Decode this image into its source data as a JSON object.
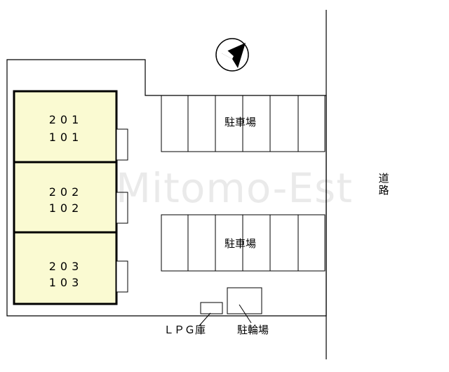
{
  "units": [
    {
      "upper": "201",
      "lower": "101"
    },
    {
      "upper": "202",
      "lower": "102"
    },
    {
      "upper": "203",
      "lower": "103"
    }
  ],
  "labels": {
    "parking_top": "駐車場",
    "parking_bottom": "駐車場",
    "lpg": "ＬＰＧ庫",
    "bicycle": "駐輪場",
    "road": "道路"
  },
  "watermark": "Mitomo-Est",
  "compass": "north arrow pointing up-right",
  "colors": {
    "building_fill": "#fafad2",
    "building_border": "#000000",
    "line": "#000000"
  }
}
